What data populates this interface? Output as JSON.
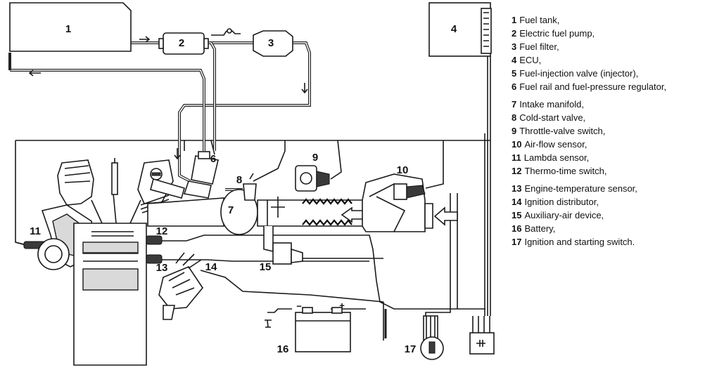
{
  "labels": {
    "fuel_tank": "1",
    "fuel_pump": "2",
    "fuel_filter": "3",
    "ecu": "4",
    "injector": "5",
    "fuel_rail": "6",
    "intake_manifold": "7",
    "cold_start_valve": "8",
    "throttle_switch": "9",
    "air_flow_sensor": "10",
    "lambda_sensor": "11",
    "thermo_time_switch": "12",
    "engine_temp_sensor": "13",
    "ignition_distributor": "14",
    "aux_air_device": "15",
    "battery": "16",
    "ignition_switch": "17"
  },
  "battery_terminals": {
    "negative": "−",
    "positive": "+"
  },
  "legend": [
    {
      "num": "1",
      "text": "Fuel tank,"
    },
    {
      "num": "2",
      "text": "Electric fuel pump,"
    },
    {
      "num": "3",
      "text": "Fuel filter,"
    },
    {
      "num": "4",
      "text": "ECU,"
    },
    {
      "num": "5",
      "text": "Fuel-injection valve (injector),"
    },
    {
      "num": "6",
      "text": "Fuel rail and fuel-pressure regulator,"
    },
    {
      "num": "7",
      "text": "Intake manifold,"
    },
    {
      "num": "8",
      "text": "Cold-start valve,"
    },
    {
      "num": "9",
      "text": "Throttle-valve switch,"
    },
    {
      "num": "10",
      "text": "Air-flow sensor,"
    },
    {
      "num": "11",
      "text": "Lambda sensor,"
    },
    {
      "num": "12",
      "text": "Thermo-time switch,"
    },
    {
      "num": "13",
      "text": "Engine-temperature sensor,"
    },
    {
      "num": "14",
      "text": "Ignition distributor,"
    },
    {
      "num": "15",
      "text": "Auxiliary-air device,"
    },
    {
      "num": "16",
      "text": "Battery,"
    },
    {
      "num": "17",
      "text": "Ignition and starting switch."
    }
  ]
}
